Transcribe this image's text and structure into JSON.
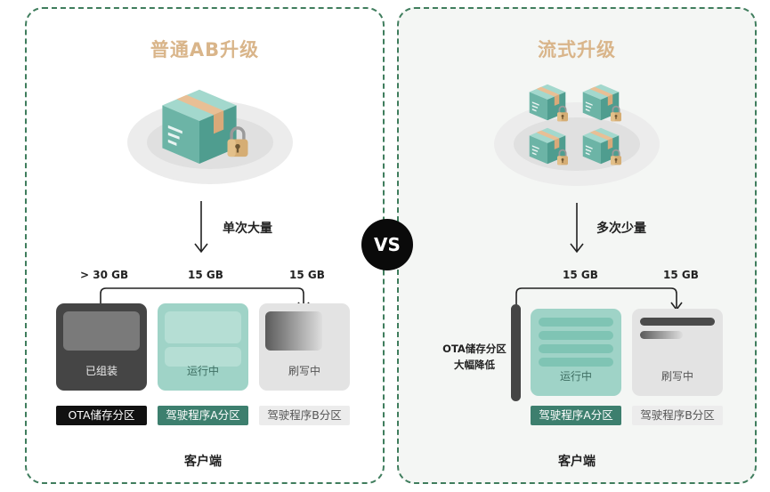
{
  "left": {
    "title": "普通AB升级",
    "step_label": "单次大量",
    "sizes": {
      "ota": "> 30 GB",
      "a": "15 GB",
      "b": "15 GB"
    },
    "blocks": {
      "ota_state": "已组装",
      "a_state": "运行中",
      "b_state": "刷写中"
    },
    "partitions": {
      "ota": "OTA储存分区",
      "a": "驾驶程序A分区",
      "b": "驾驶程序B分区"
    },
    "client_label": "客户端"
  },
  "right": {
    "title": "流式升级",
    "step_label": "多次少量",
    "sizes": {
      "a": "15 GB",
      "b": "15 GB"
    },
    "ota_note_line1": "OTA储存分区",
    "ota_note_line2": "大幅降低",
    "blocks": {
      "a_state": "运行中",
      "b_state": "刷写中"
    },
    "partitions": {
      "a": "驾驶程序A分区",
      "b": "驾驶程序B分区"
    },
    "client_label": "客户端"
  },
  "vs_label": "VS",
  "icons": [
    "package-box-icon",
    "padlock-icon",
    "down-arrow-icon",
    "bracket-arrow-icon"
  ],
  "colors": {
    "title": "#d9b58a",
    "border": "#3f7d5d",
    "box_teal": "#5ea79a",
    "tape": "#e3b98f",
    "lock": "#d5ad74",
    "partition_green": "#3d7f6e",
    "block_green": "#9fd3c7",
    "block_dark": "#454545"
  }
}
